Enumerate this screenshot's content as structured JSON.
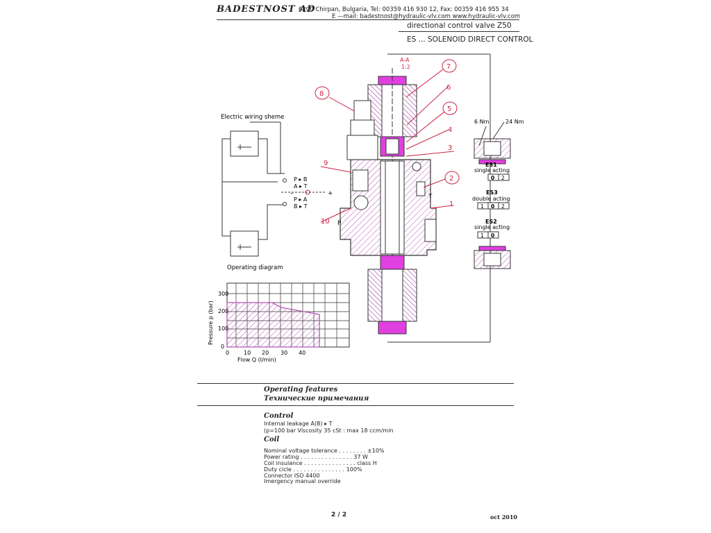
{
  "header": {
    "company": "BADESTNOST AD",
    "address": "6200 Chirpan, Bulgaria, Tel: 00359 416 930 12, Fax: 00359 416 955 34",
    "contact": "E —mail: badestnost@hydraulic-vlv.com  www.hydraulic-vlv.com",
    "product": "directional control valve Z50",
    "subtitle": "ES ... SOLENOID DIRECT CONTROL"
  },
  "wiring": {
    "title": "Electric wiring sheme",
    "labels": [
      "P ▸ B",
      "A ▸ T",
      "P ▸ A",
      "B ▸ T"
    ],
    "minus": "–",
    "plus": "+"
  },
  "section": {
    "label": "A-A",
    "scale": "1:2"
  },
  "callouts": [
    "7",
    "6",
    "8",
    "5",
    "4",
    "3",
    "9",
    "2",
    "1",
    "10"
  ],
  "ports": {
    "t": "T",
    "p": "P"
  },
  "variants": {
    "torque_left": "6 Nm",
    "torque_right": "24 Nm",
    "es1": {
      "name": "ES1",
      "type": "single acting",
      "positions": [
        "0",
        "2"
      ]
    },
    "es3": {
      "name": "ES3",
      "type": "double acting",
      "positions": [
        "1",
        "0",
        "2"
      ]
    },
    "es2": {
      "name": "ES2",
      "type": "single acting",
      "positions": [
        "1",
        "0"
      ]
    }
  },
  "operating_diagram": {
    "title": "Operating diagram",
    "xlabel": "Flow Q (l/min)",
    "ylabel": "Pressure p (bar)",
    "xticks": [
      "0",
      "10",
      "20",
      "30",
      "40"
    ],
    "yticks": [
      "0",
      "100",
      "200",
      "300"
    ]
  },
  "features": {
    "title_en": "Operating features",
    "title_ru": "Технические примечания",
    "control_title": "Control",
    "control_lines": [
      "Internal leakage A(B) ▸ T",
      "(p=100 bar Viscosity 35 cSt : max 18 ccm/min"
    ],
    "coil_title": "Coil",
    "coil_lines": [
      "Nominal voltage tolerance . . . . . . . . ±10%",
      "Power rating  . . . . . . . . . . . . . . . 37 W",
      "Coil insulance . . . . . . . . . . . . . . . class H",
      "Duty cicle   . . . . . . . . . . . . . . . 100%",
      "Connector ISO 4400",
      "Imergency manual override"
    ]
  },
  "footer": {
    "page": "2 / 2",
    "date": "oct 2010"
  },
  "colors": {
    "magenta": "#e040e0",
    "crimson": "#cc2244",
    "line": "#333333",
    "hatch": "#b455b4"
  }
}
